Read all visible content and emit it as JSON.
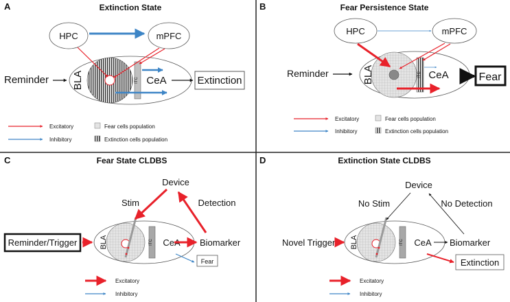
{
  "panels": {
    "a": {
      "letter": "A",
      "title": "Extinction State",
      "hpc": "HPC",
      "mpfc": "mPFC",
      "reminder": "Reminder",
      "bla": "BLA",
      "cea": "CeA",
      "itc": "ITC",
      "outcome": "Extinction",
      "legend": {
        "excitatory": "Excitatory",
        "inhibitory": "Inhibitory",
        "fear_cells": "Fear cells population",
        "extinction_cells": "Extinction cells population"
      }
    },
    "b": {
      "letter": "B",
      "title": "Fear Persistence State",
      "hpc": "HPC",
      "mpfc": "mPFC",
      "reminder": "Reminder",
      "bla": "BLA",
      "cea": "CeA",
      "itc": "ITC",
      "outcome": "Fear",
      "legend": {
        "excitatory": "Excitatory",
        "inhibitory": "Inhibitory",
        "fear_cells": "Fear cells population",
        "extinction_cells": "Extinction cells population"
      }
    },
    "c": {
      "letter": "C",
      "title": "Fear State CLDBS",
      "device": "Device",
      "stim": "Stim",
      "detection": "Detection",
      "trigger": "Reminder/Trigger",
      "bla": "BLA",
      "itc": "ITC",
      "cea": "CeA",
      "biomarker": "Biomarker",
      "outcome": "Fear",
      "legend": {
        "excitatory": "Excitatory",
        "inhibitory": "Inhibitory"
      }
    },
    "d": {
      "letter": "D",
      "title": "Extinction State CLDBS",
      "device": "Device",
      "stim": "No Stim",
      "detection": "No Detection",
      "trigger": "Novel Trigger",
      "bla": "BLA",
      "itc": "ITC",
      "cea": "CeA",
      "biomarker": "Biomarker",
      "outcome": "Extinction",
      "legend": {
        "excitatory": "Excitatory",
        "inhibitory": "Inhibitory"
      }
    }
  },
  "colors": {
    "excitatory": "#e8212a",
    "inhibitory": "#3d85c6",
    "text": "#111111"
  }
}
